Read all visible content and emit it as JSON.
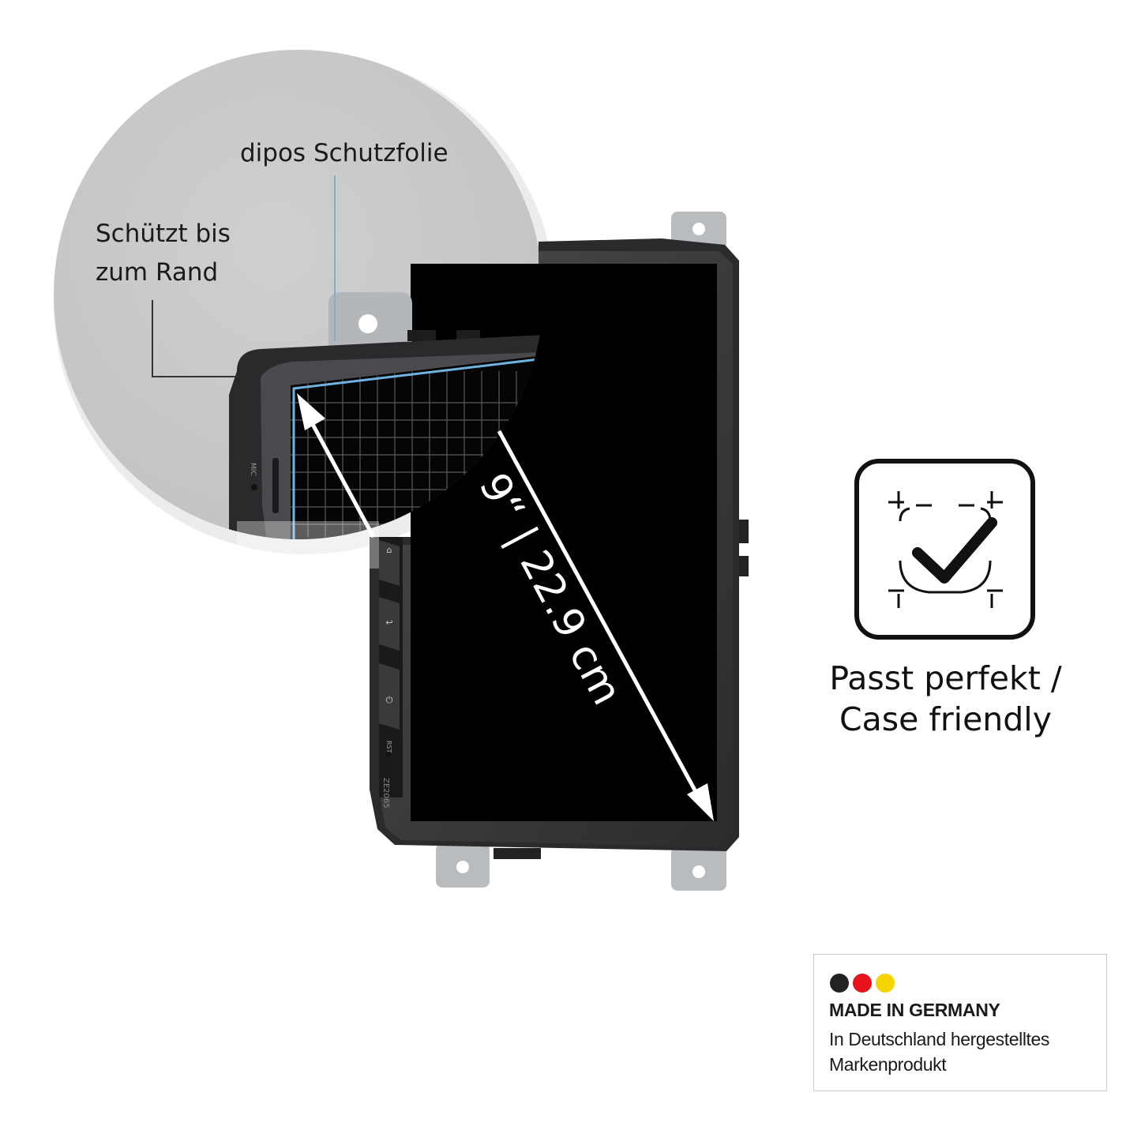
{
  "labels": {
    "protective_film": "dipos Schutzfolie",
    "edge_line1": "Schützt bis",
    "edge_line2": "zum Rand"
  },
  "device": {
    "diagonal_text": "9“ | 22.9 cm",
    "mic_label": "MIC",
    "reset_label": "RST",
    "model_label": "ZE2065"
  },
  "fit_feature": {
    "icon": "check-in-frame-icon",
    "caption_line1": "Passt perfekt /",
    "caption_line2": "Case friendly"
  },
  "made_in_germany": {
    "colors": [
      "#222222",
      "#e8141b",
      "#f5d400"
    ],
    "title": "MADE IN GERMANY",
    "subtitle_line1": "In Deutschland hergestelltes",
    "subtitle_line2": "Markenprodukt"
  }
}
